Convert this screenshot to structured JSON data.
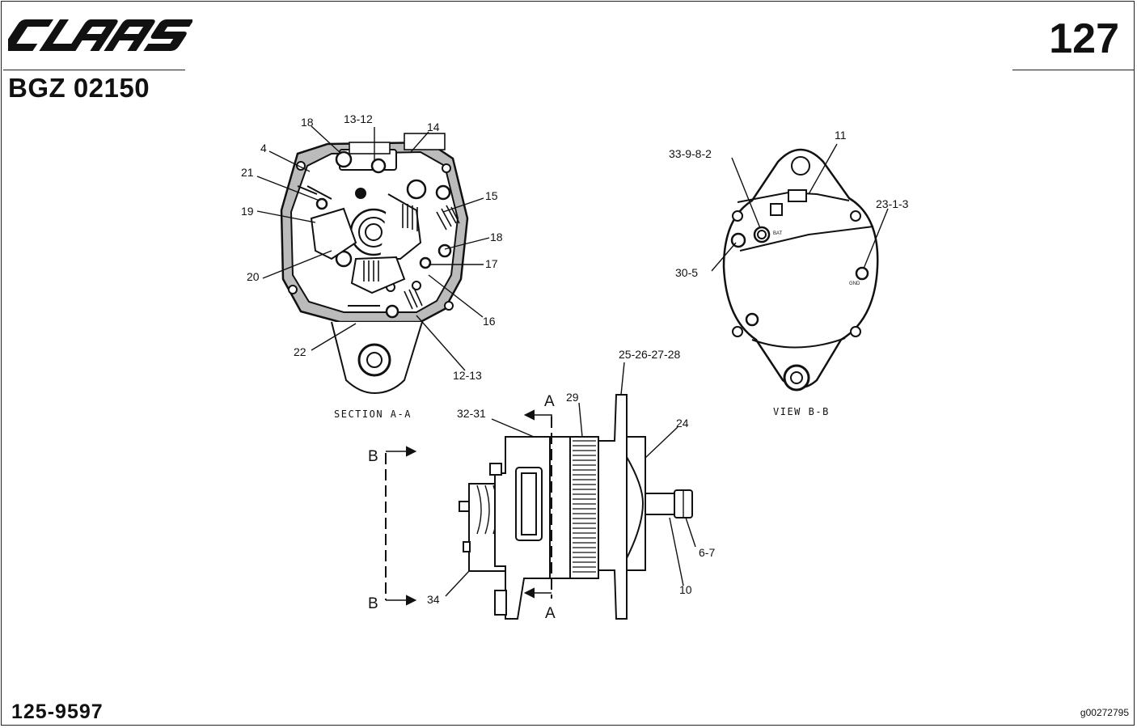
{
  "header": {
    "brand": "CLAAS",
    "doc_code": "BGZ 02150",
    "page_number": "127"
  },
  "footer": {
    "part_number": "125-9597",
    "image_code": "g00272795"
  },
  "section_aa": {
    "caption": "SECTION A-A",
    "callouts": {
      "c18a": "18",
      "c1312": "13-12",
      "c14": "14",
      "c4": "4",
      "c21": "21",
      "c15": "15",
      "c19": "19",
      "c18b": "18",
      "c20": "20",
      "c17": "17",
      "c16": "16",
      "c22": "22",
      "c1213": "12-13"
    }
  },
  "view_bb": {
    "caption": "VIEW B-B",
    "callouts": {
      "c11": "11",
      "c33982": "33-9-8-2",
      "c2313": "23-1-3",
      "c305": "30-5"
    },
    "terminals": {
      "bat": "BAT",
      "gnd": "GND"
    }
  },
  "side_view": {
    "callouts": {
      "c25262728": "25-26-27-28",
      "c29": "29",
      "c3231": "32-31",
      "c24": "24",
      "c67": "6-7",
      "c10": "10",
      "c34": "34"
    },
    "section_marks": {
      "a_top": "A",
      "a_bottom": "A",
      "b_top": "B",
      "b_bottom": "B"
    }
  }
}
